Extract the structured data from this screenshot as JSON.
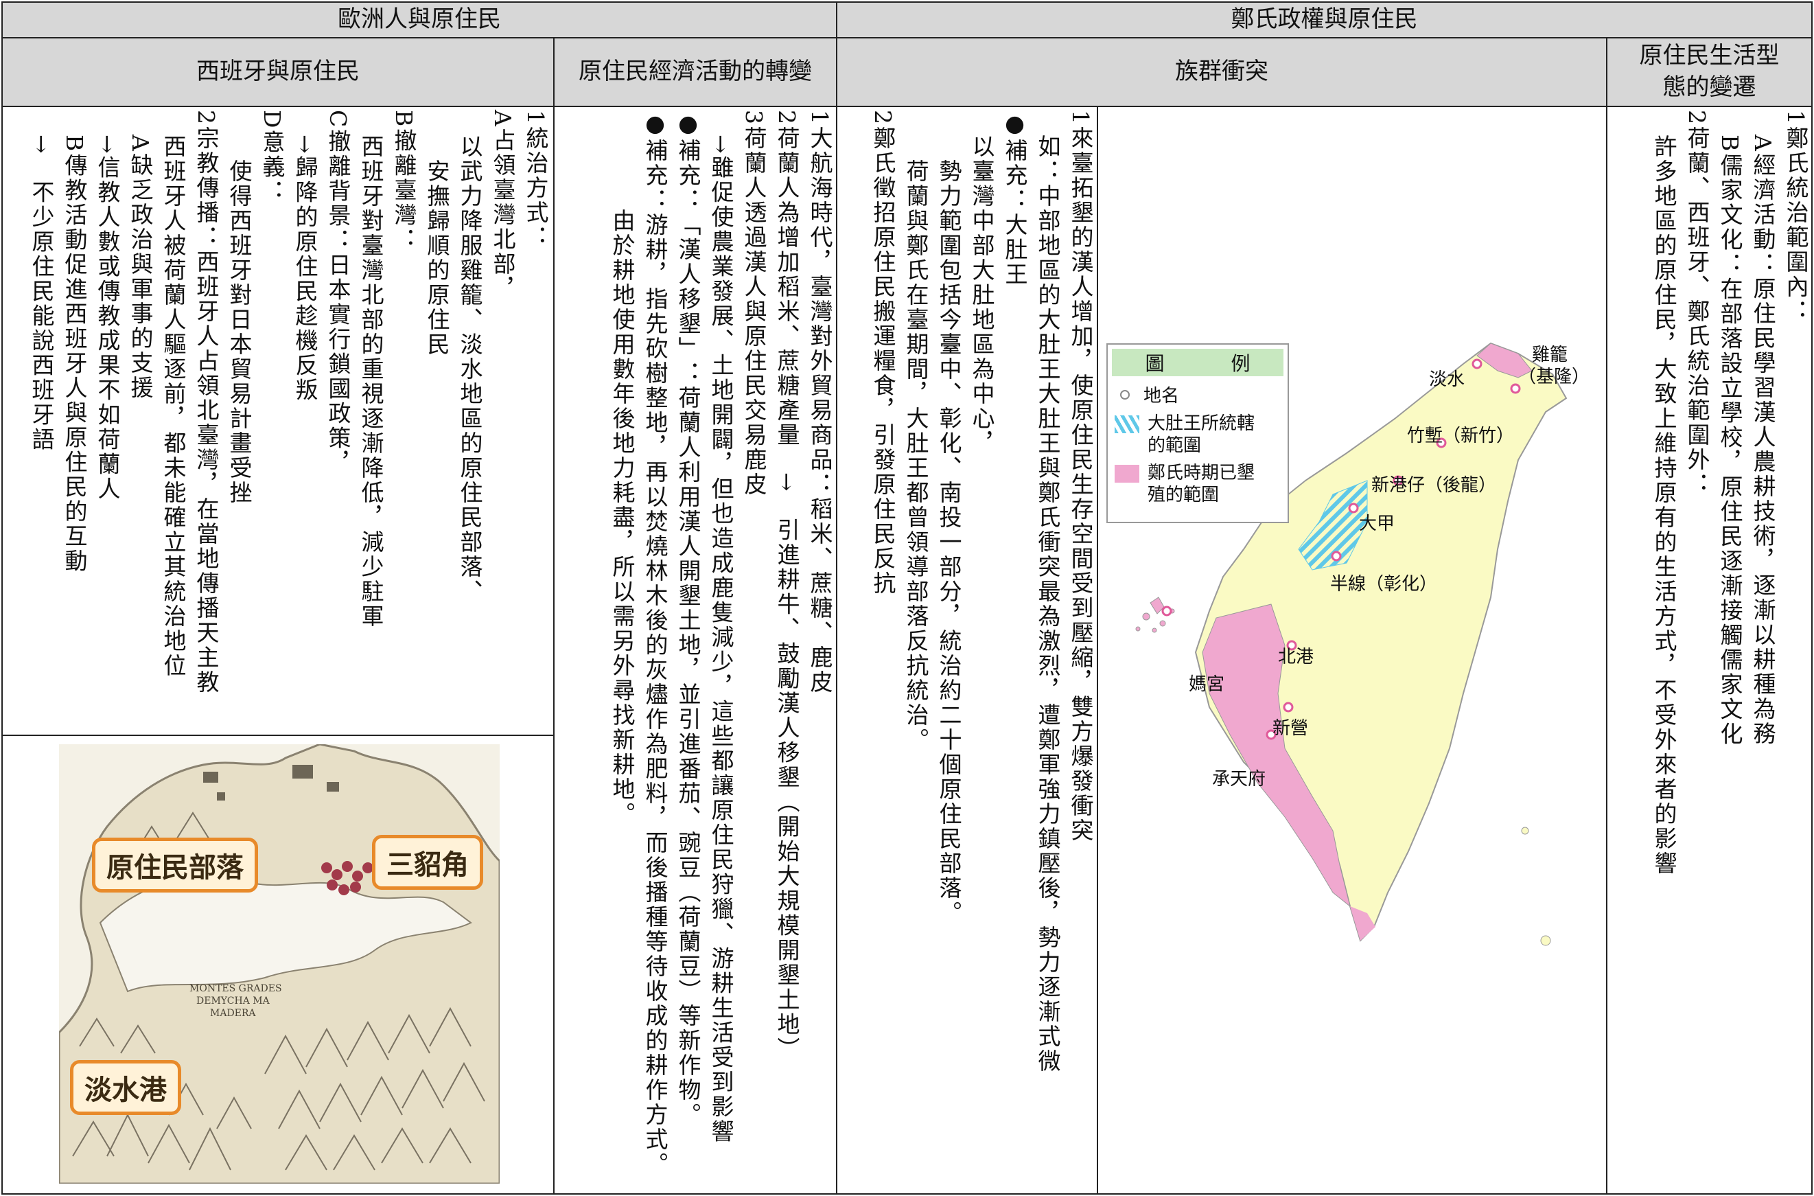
{
  "headers": {
    "europeans": "歐洲人與原住民",
    "zheng": "鄭氏政權與原住民",
    "spain": "西班牙與原住民",
    "economy": "原住民經濟活動的轉變",
    "conflict": "族群衝突",
    "life": "原住民生活型態的變遷"
  },
  "spain_cols": [
    "1統治方式：",
    "A占領臺灣北部，",
    "　以武力降服雞籠、淡水地區的原住民部落、",
    "　　安撫歸順的原住民",
    "B撤離臺灣：",
    "　西班牙對臺灣北部的重視逐漸降低，減少駐軍",
    "C撤離背景：日本實行鎖國政策，",
    "　→歸降的原住民趁機反叛",
    "D意義：",
    "　　使得西班牙對日本貿易計畫受挫",
    "2宗教傳播：西班牙人占領北臺灣，在當地傳播天主教",
    "　西班牙人被荷蘭人驅逐前，都未能確立其統治地位",
    "　A缺乏政治與軍事的支援",
    "　→信教人數或傳教成果不如荷蘭人",
    "　B傳教活動促進西班牙人與原住民的互動",
    "　→　不少原住民能說西班牙語"
  ],
  "economy_cols": [
    "1大航海時代，臺灣對外貿易商品：稻米、蔗糖、鹿皮",
    "2荷蘭人為增加稻米、蔗糖產量　→　引進耕牛、鼓勵漢人移墾（開始大規模開墾土地）",
    "3荷蘭人透過漢人與原住民交易鹿皮",
    "　→雖促使農業發展、土地開闢，但也造成鹿隻減少，這些都讓原住民狩獵、游耕生活受到影響",
    "●補充：「漢人移墾」：荷蘭人利用漢人開墾土地，並引進番茄、豌豆（荷蘭豆）等新作物。",
    "●補充：游耕，指先砍樹整地，再以焚燒林木後的灰燼作為肥料，而後播種等待收成的耕作方式。",
    "　　　　由於耕地使用數年後地力耗盡，所以需另外尋找新耕地。"
  ],
  "conflict_cols": [
    "1來臺拓墾的漢人增加，使原住民生存空間受到壓縮，雙方爆發衝突",
    "　如：中部地區的大肚王大肚王與鄭氏衝突最為激烈，遭鄭軍強力鎮壓後，勢力逐漸式微",
    "●補充：大肚王",
    "　以臺灣中部大肚地區為中心，",
    "　　勢力範圍包括今臺中、彰化、南投一部分，統治約二十個原住民部落。",
    "　　荷蘭與鄭氏在臺期間，大肚王都曾領導部落反抗統治。",
    "2鄭氏徵招原住民搬運糧食，引發原住民反抗"
  ],
  "life_cols": [
    "1鄭氏統治範圍內：",
    "　A經濟活動：原住民學習漢人農耕技術，逐漸以耕種為務",
    "　B儒家文化：在部落設立學校，原住民逐漸接觸儒家文化",
    "2荷蘭、西班牙、鄭氏統治範圍外：",
    "　許多地區的原住民，大致上維持原有的生活方式，不受外來者的影響"
  ],
  "old_map": {
    "callout_tribe": "原住民部落",
    "callout_cape": "三貂角",
    "callout_port": "淡水港",
    "map_text_1": "MONTES GRADES",
    "map_text_2": "DEMYCHA MA",
    "map_text_3": "MADERA"
  },
  "taiwan_map": {
    "legend_title_1": "圖",
    "legend_title_2": "例",
    "legend_place": "地名",
    "legend_dadu_1": "大肚王所統轄",
    "legend_dadu_2": "的範圍",
    "legend_zheng_1": "鄭氏時期已墾",
    "legend_zheng_2": "殖的範圍",
    "places": {
      "jilong_1": "雞籠",
      "jilong_2": "（基隆）",
      "danshui": "淡水",
      "zhuqian": "竹塹（新竹）",
      "xingang": "新港仔（後龍）",
      "dajia": "大甲",
      "banxian": "半線（彰化）",
      "beigang": "北港",
      "xinying": "新營",
      "chengtian": "承天府",
      "magong": "媽宮"
    },
    "colors": {
      "land": "#fafac4",
      "zheng": "#f0a8cf",
      "dadu": "#5fc8e8",
      "sea": "#ffffff"
    }
  }
}
